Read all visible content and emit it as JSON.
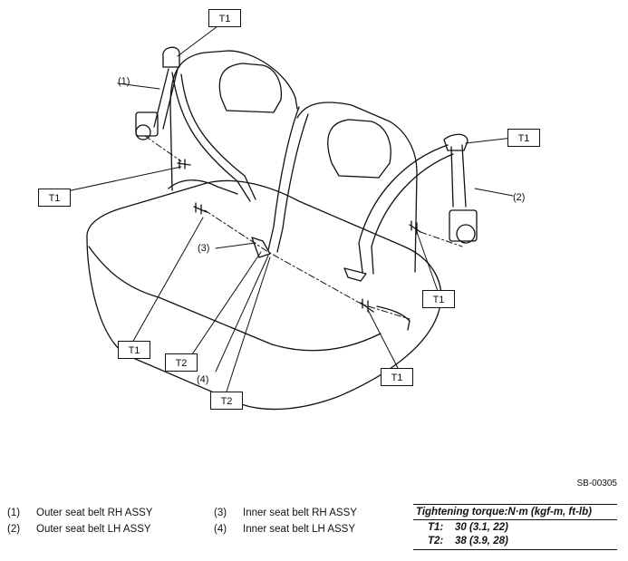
{
  "callouts": [
    "T1",
    "T1",
    "T1",
    "T1",
    "T1",
    "T1",
    "T2",
    "T2"
  ],
  "item_numbers": [
    "(1)",
    "(2)",
    "(3)",
    "(4)"
  ],
  "figure_id": "SB-00305",
  "legend": [
    {
      "num": "(1)",
      "label": "Outer seat belt RH ASSY"
    },
    {
      "num": "(2)",
      "label": "Outer seat belt LH ASSY"
    },
    {
      "num": "(3)",
      "label": "Inner seat belt RH ASSY"
    },
    {
      "num": "(4)",
      "label": "Inner seat belt LH ASSY"
    }
  ],
  "torque": {
    "heading": "Tightening torque:N·m (kgf-m, ft-lb)",
    "rows": [
      {
        "code": "T1:",
        "value": "30 (3.1, 22)"
      },
      {
        "code": "T2:",
        "value": "38 (3.9, 28)"
      }
    ]
  }
}
